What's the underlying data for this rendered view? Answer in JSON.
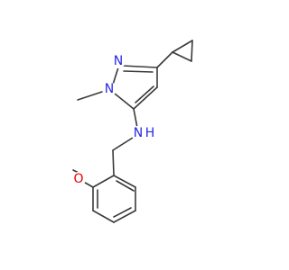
{
  "molecule": {
    "atoms": {
      "pyrazole_n2": {
        "label": "N",
        "color": "#2626e6"
      },
      "pyrazole_n1": {
        "label": "N",
        "color": "#2626e6"
      },
      "amine_n": {
        "label": "N",
        "color": "#2626e6"
      },
      "amine_h": {
        "label": "H",
        "color": "#2626e6"
      },
      "ether_o": {
        "label": "O",
        "color": "#e60000"
      }
    },
    "bond_color": "#3a3a3a"
  }
}
